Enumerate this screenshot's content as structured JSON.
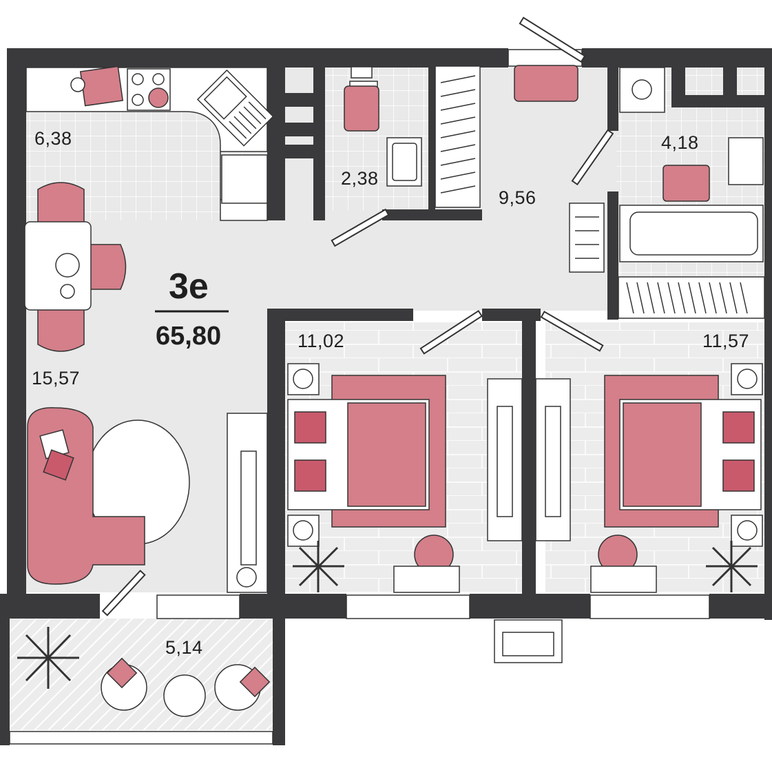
{
  "apartment": {
    "type_code": "3е",
    "total_area": "65,80"
  },
  "rooms": {
    "kitchen": "6,38",
    "living": "15,57",
    "wc": "2,38",
    "hall": "9,56",
    "bathroom": "4,18",
    "bedroom_left": "11,02",
    "bedroom_right": "11,57",
    "balcony": "5,14"
  },
  "colors": {
    "wall": "#3a3a3c",
    "floor": "#e9e9e9",
    "tile_line": "#ffffff",
    "furniture_accent": "#d47f8a",
    "furniture_dark": "#c85a6c",
    "outline": "#333333"
  }
}
